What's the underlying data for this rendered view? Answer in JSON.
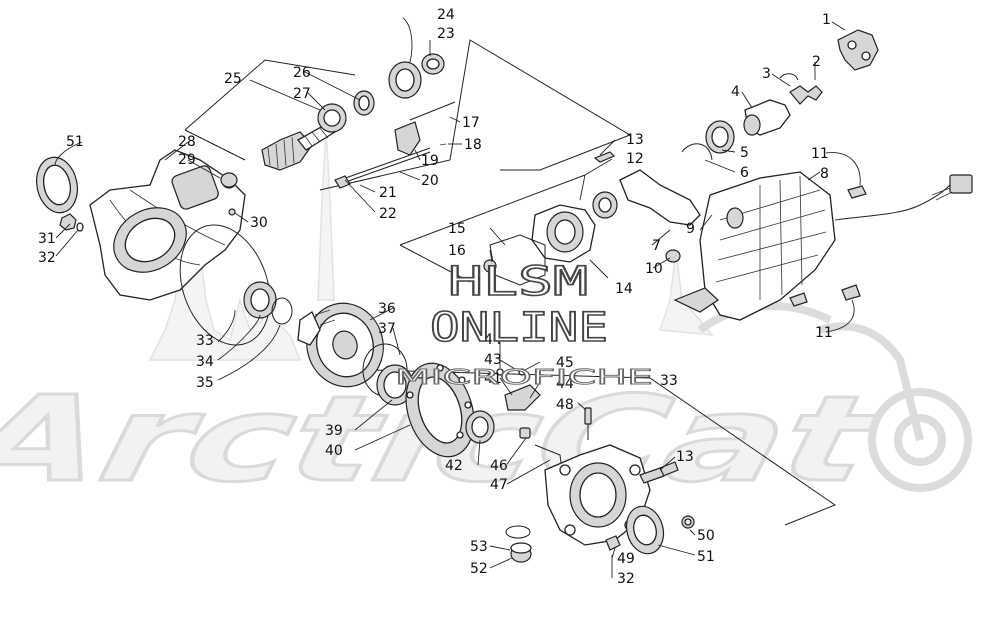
{
  "watermark": {
    "brand": "ArcticCat",
    "hlsm": "HLSM",
    "online": "ONLINE",
    "microfiche": "MICROFICHE"
  },
  "callouts": [
    {
      "id": "c1",
      "label": "1"
    },
    {
      "id": "c2",
      "label": "2"
    },
    {
      "id": "c3",
      "label": "3"
    },
    {
      "id": "c4",
      "label": "4"
    },
    {
      "id": "c5",
      "label": "5"
    },
    {
      "id": "c6",
      "label": "6"
    },
    {
      "id": "c7",
      "label": "7"
    },
    {
      "id": "c8",
      "label": "8"
    },
    {
      "id": "c9",
      "label": "9"
    },
    {
      "id": "c10",
      "label": "10"
    },
    {
      "id": "c11a",
      "label": "11"
    },
    {
      "id": "c11b",
      "label": "11"
    },
    {
      "id": "c12",
      "label": "12"
    },
    {
      "id": "c13a",
      "label": "13"
    },
    {
      "id": "c13b",
      "label": "13"
    },
    {
      "id": "c14",
      "label": "14"
    },
    {
      "id": "c15",
      "label": "15"
    },
    {
      "id": "c16",
      "label": "16"
    },
    {
      "id": "c17",
      "label": "17"
    },
    {
      "id": "c18",
      "label": "18"
    },
    {
      "id": "c19",
      "label": "19"
    },
    {
      "id": "c20",
      "label": "20"
    },
    {
      "id": "c21",
      "label": "21"
    },
    {
      "id": "c22",
      "label": "22"
    },
    {
      "id": "c23",
      "label": "23"
    },
    {
      "id": "c24",
      "label": "24"
    },
    {
      "id": "c25",
      "label": "25"
    },
    {
      "id": "c26",
      "label": "26"
    },
    {
      "id": "c27",
      "label": "27"
    },
    {
      "id": "c28",
      "label": "28"
    },
    {
      "id": "c29",
      "label": "29"
    },
    {
      "id": "c30",
      "label": "30"
    },
    {
      "id": "c31",
      "label": "31"
    },
    {
      "id": "c32a",
      "label": "32"
    },
    {
      "id": "c32b",
      "label": "32"
    },
    {
      "id": "c33a",
      "label": "33"
    },
    {
      "id": "c33b",
      "label": "33"
    },
    {
      "id": "c34",
      "label": "34"
    },
    {
      "id": "c35",
      "label": "35"
    },
    {
      "id": "c36",
      "label": "36"
    },
    {
      "id": "c37",
      "label": "37"
    },
    {
      "id": "c39",
      "label": "39"
    },
    {
      "id": "c40",
      "label": "40"
    },
    {
      "id": "c41",
      "label": "41"
    },
    {
      "id": "c42",
      "label": "42"
    },
    {
      "id": "c43",
      "label": "43"
    },
    {
      "id": "c44a",
      "label": "44"
    },
    {
      "id": "c44b",
      "label": "44"
    },
    {
      "id": "c45",
      "label": "45"
    },
    {
      "id": "c46",
      "label": "46"
    },
    {
      "id": "c47",
      "label": "47"
    },
    {
      "id": "c48",
      "label": "48"
    },
    {
      "id": "c49",
      "label": "49"
    },
    {
      "id": "c50",
      "label": "50"
    },
    {
      "id": "c51a",
      "label": "51"
    },
    {
      "id": "c51b",
      "label": "51"
    },
    {
      "id": "c52",
      "label": "52"
    },
    {
      "id": "c53",
      "label": "53"
    }
  ]
}
